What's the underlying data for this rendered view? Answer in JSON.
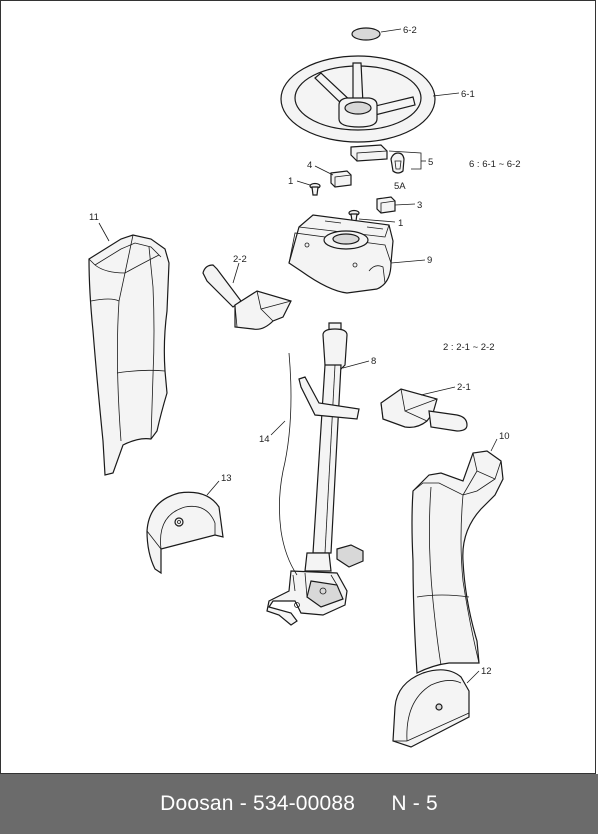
{
  "footer": {
    "brand": "Doosan",
    "separator": " - ",
    "part_number": "534-00088",
    "page": "N - 5"
  },
  "callouts": {
    "c6_2": "6-2",
    "c6_1": "6-1",
    "c4": "4",
    "c5": "5",
    "c5a": "5A",
    "c6_range": "6 : 6-1 ~ 6-2",
    "c1_left": "1",
    "c3": "3",
    "c1_right": "1",
    "c11": "11",
    "c2_2": "2-2",
    "c9": "9",
    "c2_range": "2 : 2-1 ~ 2-2",
    "c8": "8",
    "c2_1": "2-1",
    "c14": "14",
    "c10": "10",
    "c13": "13",
    "c12": "12"
  }
}
